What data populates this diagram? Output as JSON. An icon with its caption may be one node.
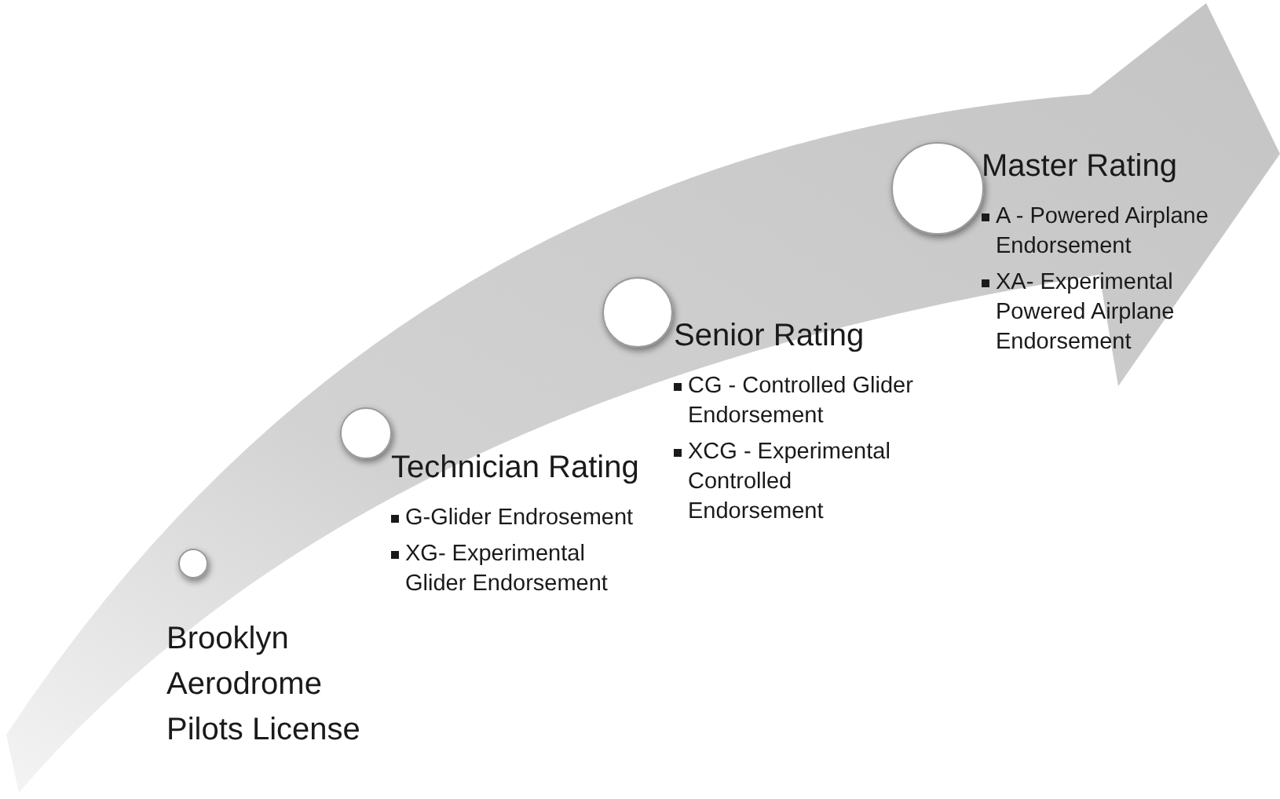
{
  "diagram": {
    "nodes": [
      {
        "text": [
          "Brooklyn Aerodrome Pilots License"
        ]
      },
      {
        "text": [
          "Technician Rating",
          "G-Glider Endrosement",
          "XG- Experimental Glider Endorsement"
        ]
      },
      {
        "text": [
          "Senior Rating",
          "CG - Controlled Glider Endorsement",
          "XCG - Experimental Controlled Endorsement"
        ]
      },
      {
        "text": [
          "Master Rating",
          "A - Powered Airplane Endorsement",
          "XA- Experimental Powered Airplane Endorsement"
        ]
      }
    ]
  }
}
